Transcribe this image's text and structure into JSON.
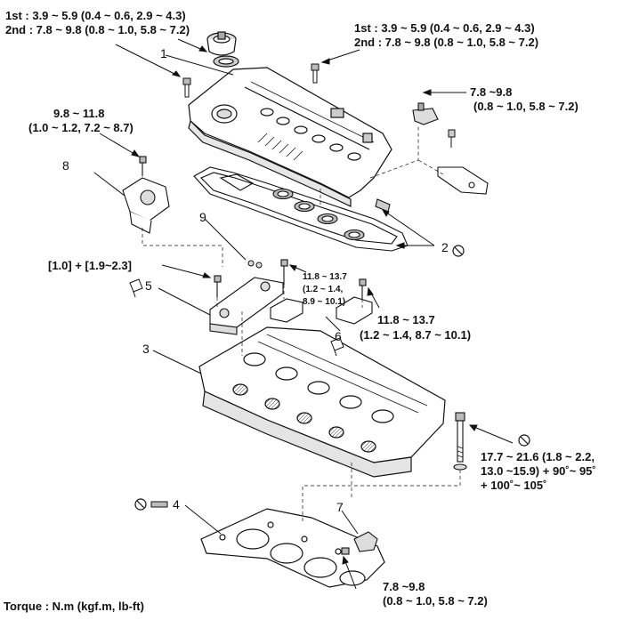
{
  "torque_specs": {
    "oil_cap_area": {
      "line1": "1st : 3.9 ~ 5.9 (0.4 ~ 0.6, 2.9 ~ 4.3)",
      "line2": "2nd : 7.8 ~ 9.8 (0.8 ~ 1.0, 5.8 ~ 7.2)"
    },
    "cover_bolts_right": {
      "line1": "1st  : 3.9 ~ 5.9 (0.4 ~ 0.6, 2.9 ~ 4.3)",
      "line2": "2nd : 7.8 ~ 9.8 (0.8 ~ 1.0, 5.8 ~ 7.2)"
    },
    "sensor_bolt": {
      "line1": "7.8 ~9.8",
      "line2": "(0.8 ~ 1.0, 5.8 ~ 7.2)"
    },
    "part8_bolt": {
      "line1": "9.8 ~ 11.8",
      "line2": "(1.0 ~ 1.2, 7.2 ~ 8.7)"
    },
    "part5_bolt": {
      "line1": "[1.0] + [1.9~2.3]"
    },
    "center_bolt": {
      "line1": "11.8 ~ 13.7",
      "line2": "(1.2 ~ 1.4,",
      "line3": "8.9 ~ 10.1)"
    },
    "right_bolt": {
      "line1": "11.8 ~ 13.7",
      "line2": "(1.2 ~ 1.4, 8.7 ~ 10.1)"
    },
    "head_bolt": {
      "line1": "17.7 ~ 21.6 (1.8 ~ 2.2,",
      "line2": "13.0 ~15.9) + 90˚~ 95˚",
      "line3": "+ 100˚~ 105˚"
    },
    "part7_bolt": {
      "line1": "7.8 ~9.8",
      "line2": "(0.8 ~ 1.0, 5.8 ~ 7.2)"
    }
  },
  "callouts": [
    "1",
    "2",
    "3",
    "4",
    "5",
    "6",
    "7",
    "8",
    "9"
  ],
  "footer": {
    "torque_unit": "Torque : N.m (kgf.m, lb-ft)"
  },
  "colors": {
    "line": "#111111",
    "shade": "#bfbfbf",
    "background": "#ffffff"
  },
  "icons": {
    "do_not_reuse": "prohibited-circle-icon",
    "apply_sealant": "sealant-tube-icon"
  }
}
